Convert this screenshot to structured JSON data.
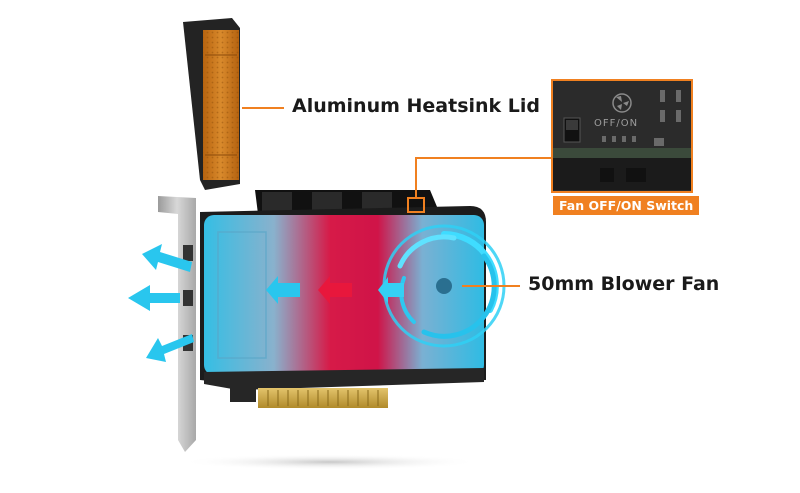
{
  "callouts": {
    "heatsink_lid": "Aluminum Heatsink Lid",
    "blower_fan": "50mm Blower Fan",
    "switch": "Fan OFF/ON Switch"
  },
  "switch_inset": {
    "marking": "OFF/ON"
  },
  "colors": {
    "accent_orange": "#f08020",
    "airflow_cyan": "#29c6ee",
    "hot_red": "#e8173c",
    "card_black": "#1c1c1c",
    "bracket_gray": "#c4c4c4"
  },
  "icons": [
    "fan-icon",
    "airflow-arrow-icon",
    "heat-arrow-icon"
  ]
}
